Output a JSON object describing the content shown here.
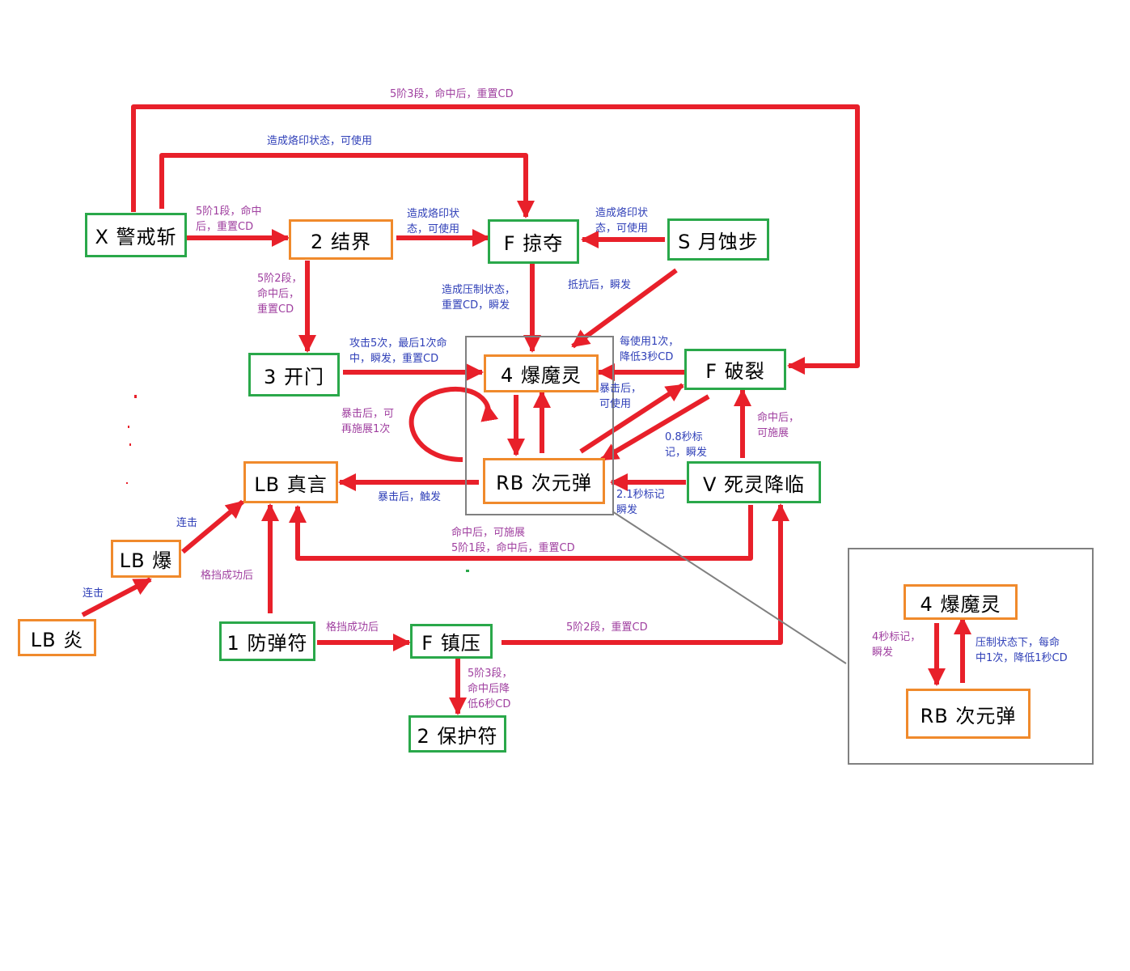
{
  "nodes": {
    "x_jingjiezhan": "X 警戒斩",
    "jiejie2": "2 结界",
    "f_luoduo": "F 掠夺",
    "s_yueshibu": "S 月蚀步",
    "kaimen3": "3 开门",
    "baomoling4": "4 爆魔灵",
    "f_polie": "F 破裂",
    "lb_zhenyan": "LB 真言",
    "rb_ciyuandan": "RB 次元弹",
    "v_silingjianglin": "V 死灵降临",
    "lb_bao": "LB 爆",
    "lb_yan": "LB 炎",
    "fangdanfu1": "1 防弹符",
    "f_zhenya": "F 镇压",
    "baohufu2": "2 保护符",
    "inset_baomoling": "4 爆魔灵",
    "inset_ciyuandan": "RB 次元弹"
  },
  "labels": {
    "top_long": "5阶3段，命中后，重置CD",
    "top_imprint": "造成烙印状态，可使用",
    "x_to_jiejie_1": "5阶1段，命中",
    "x_to_jiejie_2": "后，重置CD",
    "jiejie_to_luoduo_1": "造成烙印状",
    "jiejie_to_luoduo_2": "态，可使用",
    "s_to_luoduo_1": "造成烙印状",
    "s_to_luoduo_2": "态，可使用",
    "jiejie_down_1": "5阶2段，",
    "jiejie_down_2": "命中后，",
    "jiejie_down_3": "重置CD",
    "luoduo_down_1": "造成压制状态，",
    "luoduo_down_2": "重置CD，瞬发",
    "s_resist": "抵抗后，瞬发",
    "kaimen_1": "攻击5次，最后1次命",
    "kaimen_2": "中，瞬发，重置CD",
    "polie_left_1": "每使用1次，",
    "polie_left_2": "降低3秒CD",
    "crit_usable_1": "暴击后，",
    "crit_usable_2": "可使用",
    "self_loop_1": "暴击后，可",
    "self_loop_2": "再施展1次",
    "mark08_1": "0.8秒标",
    "mark08_2": "记，瞬发",
    "polie_up_1": "命中后，",
    "polie_up_2": "可施展",
    "crit_trigger": "暴击后，触发",
    "mark21_1": "2.1秒标记",
    "mark21_2": "瞬发",
    "combo_1": "连击",
    "combo_2": "连击",
    "parry_1": "格挡成功后",
    "parry_2": "格挡成功后",
    "bottom_1": "命中后，可施展",
    "bottom_2": "5阶1段，命中后，重置CD",
    "zhenya_right": "5阶2段，重置CD",
    "zhenya_down_1": "5阶3段，",
    "zhenya_down_2": "命中后降",
    "zhenya_down_3": "低6秒CD",
    "inset_left_1": "4秒标记，",
    "inset_left_2": "瞬发",
    "inset_right_1": "压制状态下，每命",
    "inset_right_2": "中1次，降低1秒CD"
  },
  "colors": {
    "arrow": "#e8202a",
    "skill_border_green": "#2aa84a",
    "skill_border_orange": "#f08a2c",
    "label_purple": "#a040a0",
    "label_blue": "#3040b8",
    "frame_gray": "#808080"
  }
}
